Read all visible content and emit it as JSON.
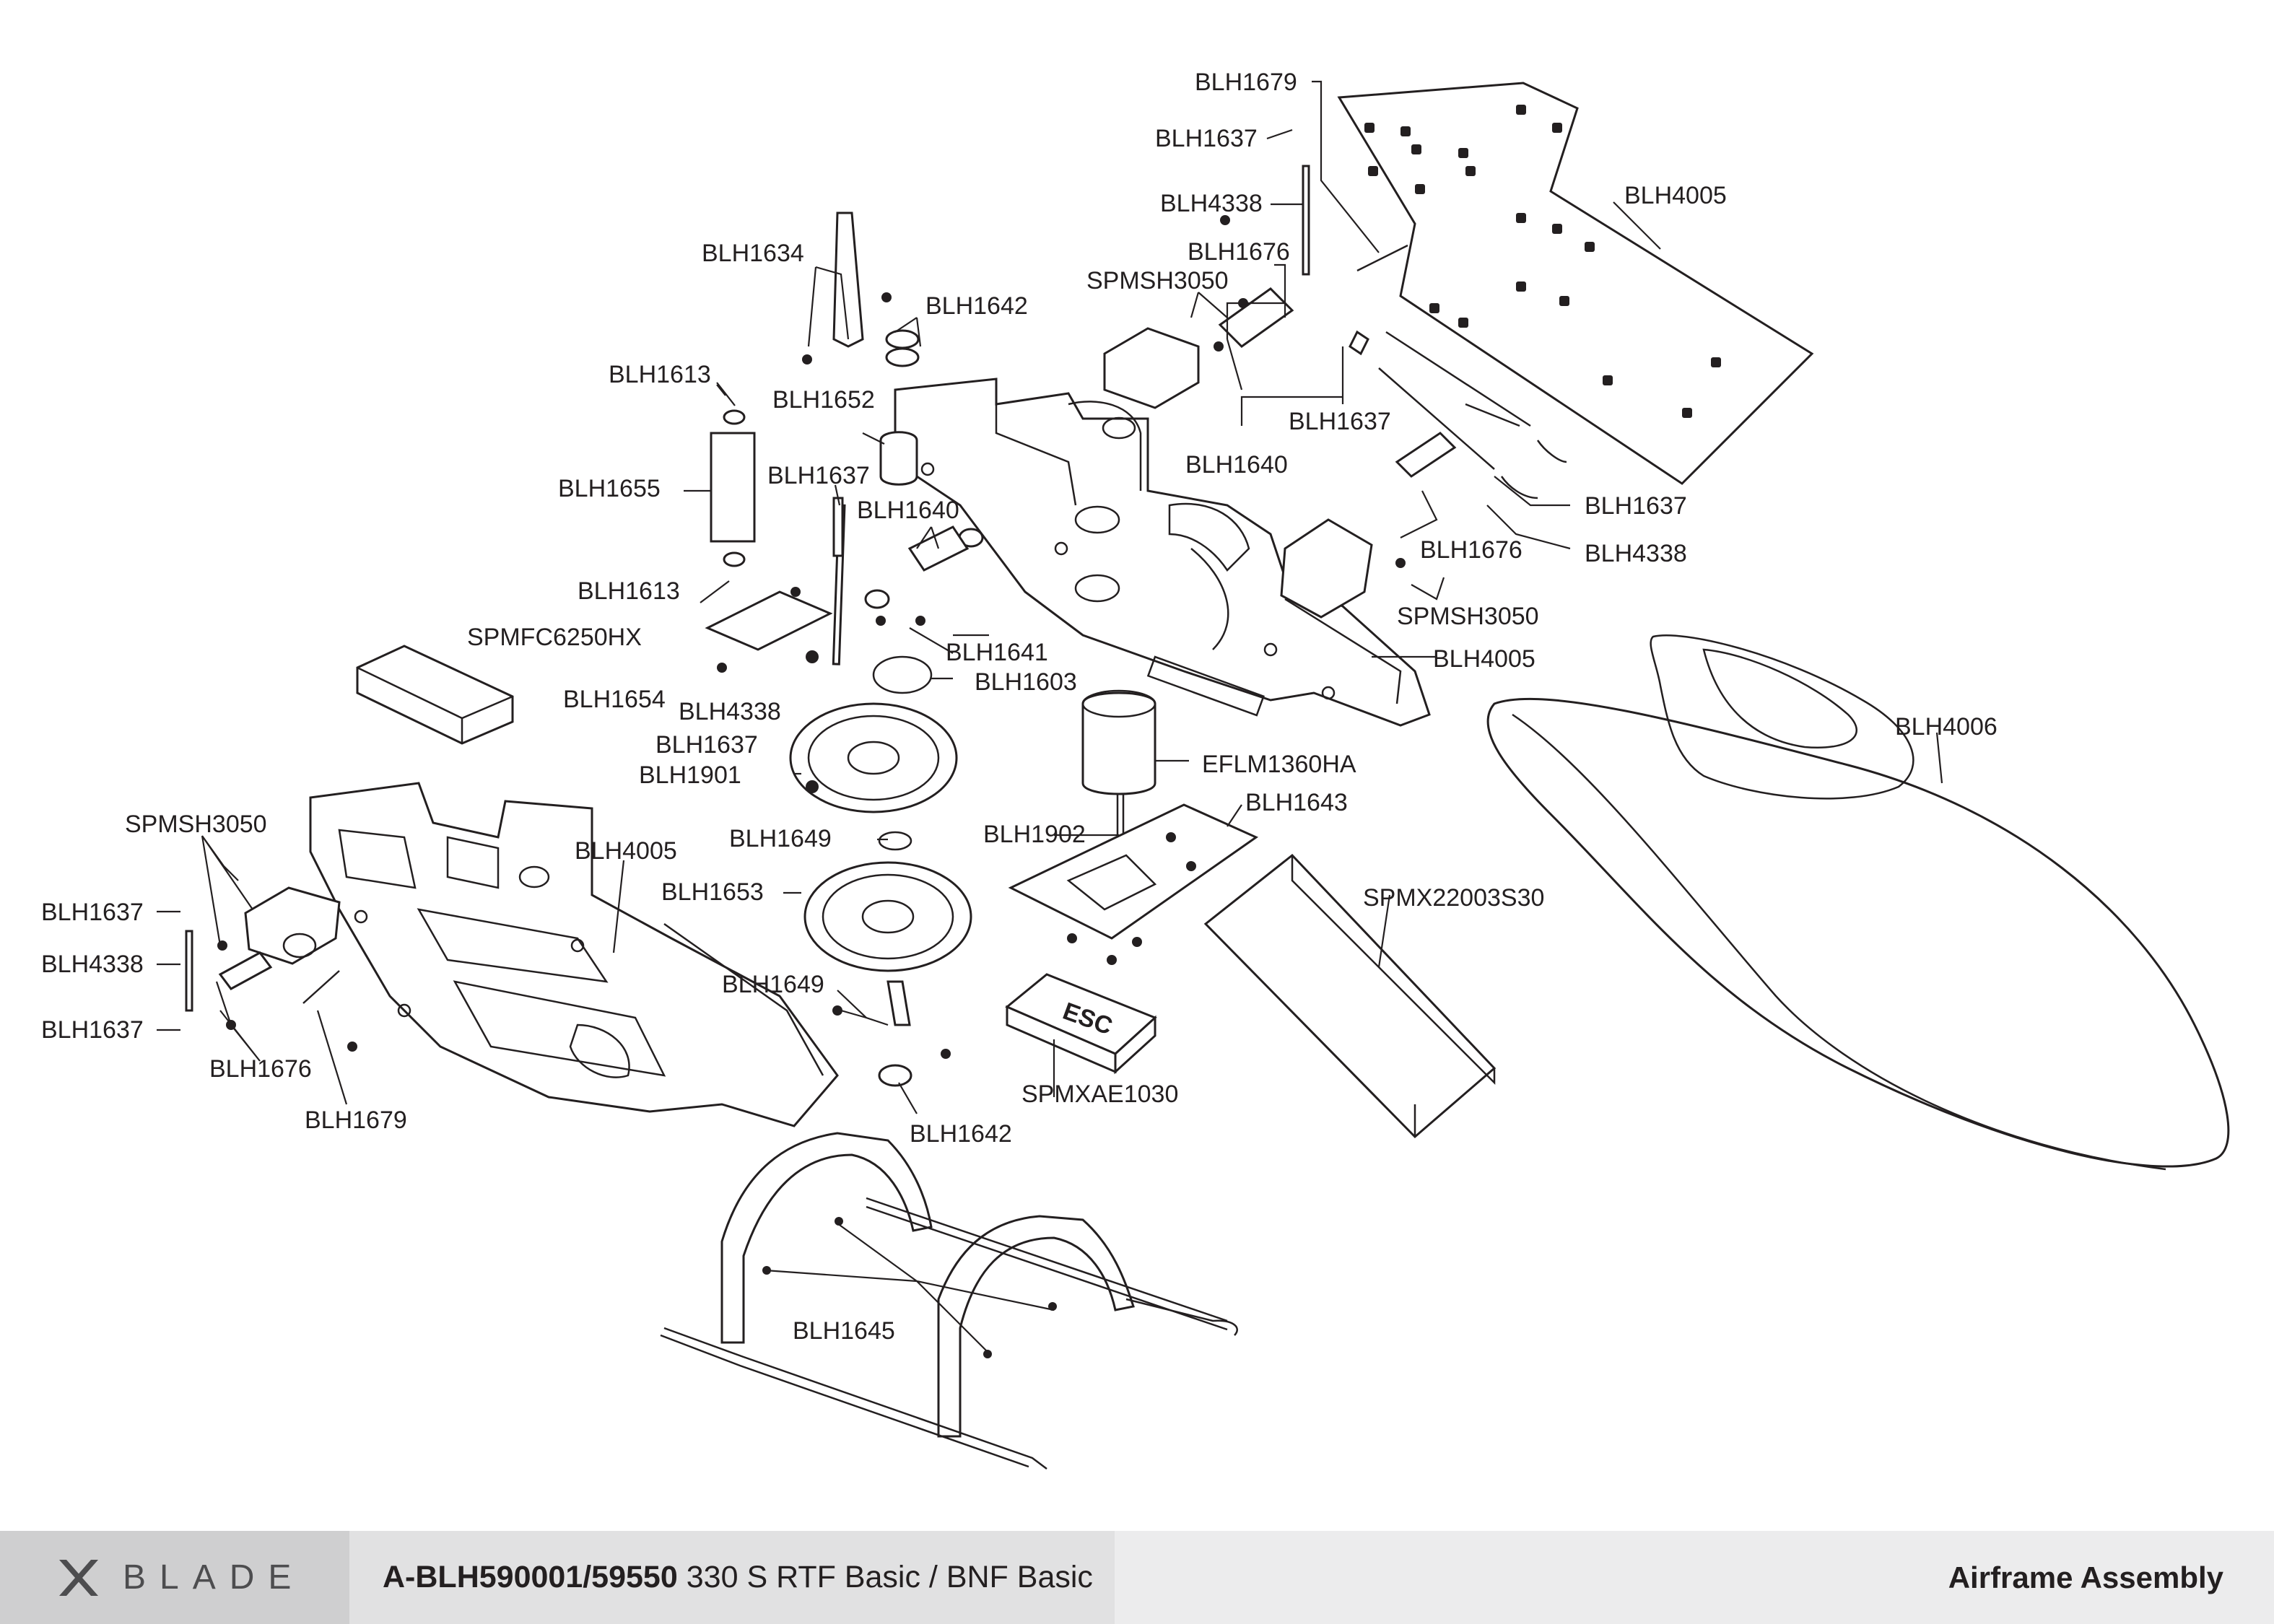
{
  "footer": {
    "brand": "BLADE",
    "model_code": "A-BLH590001/59550",
    "model_desc": "330 S RTF Basic / BNF Basic",
    "section_title": "Airframe Assembly"
  },
  "callouts": [
    {
      "id": "c1",
      "text": "BLH1679"
    },
    {
      "id": "c2",
      "text": "BLH1637"
    },
    {
      "id": "c3",
      "text": "BLH4338"
    },
    {
      "id": "c4",
      "text": "BLH1676"
    },
    {
      "id": "c5",
      "text": "SPMSH3050"
    },
    {
      "id": "c6",
      "text": "BLH4005"
    },
    {
      "id": "c7",
      "text": "BLH1634"
    },
    {
      "id": "c8",
      "text": "BLH1642"
    },
    {
      "id": "c9",
      "text": "BLH1613"
    },
    {
      "id": "c10",
      "text": "BLH1652"
    },
    {
      "id": "c11",
      "text": "BLH1637"
    },
    {
      "id": "c12",
      "text": "BLH1640"
    },
    {
      "id": "c13",
      "text": "BLH1655"
    },
    {
      "id": "c14",
      "text": "BLH1637"
    },
    {
      "id": "c15",
      "text": "BLH1640"
    },
    {
      "id": "c16",
      "text": "BLH1637"
    },
    {
      "id": "c17",
      "text": "BLH1676"
    },
    {
      "id": "c18",
      "text": "BLH4338"
    },
    {
      "id": "c19",
      "text": "BLH1613"
    },
    {
      "id": "c20",
      "text": "SPMSH3050"
    },
    {
      "id": "c21",
      "text": "BLH1641"
    },
    {
      "id": "c22",
      "text": "BLH4005"
    },
    {
      "id": "c23",
      "text": "SPMFC6250HX"
    },
    {
      "id": "c24",
      "text": "BLH1603"
    },
    {
      "id": "c25",
      "text": "BLH1654"
    },
    {
      "id": "c26",
      "text": "BLH4338"
    },
    {
      "id": "c27",
      "text": "BLH1637"
    },
    {
      "id": "c28",
      "text": "BLH4006"
    },
    {
      "id": "c29",
      "text": "EFLM1360HA"
    },
    {
      "id": "c30",
      "text": "BLH1901"
    },
    {
      "id": "c31",
      "text": "BLH1643"
    },
    {
      "id": "c32",
      "text": "SPMSH3050"
    },
    {
      "id": "c33",
      "text": "BLH1902"
    },
    {
      "id": "c34",
      "text": "BLH1649"
    },
    {
      "id": "c35",
      "text": "BLH4005"
    },
    {
      "id": "c36",
      "text": "BLH1653"
    },
    {
      "id": "c37",
      "text": "SPMX22003S30"
    },
    {
      "id": "c38",
      "text": "BLH1637"
    },
    {
      "id": "c39",
      "text": "BLH4338"
    },
    {
      "id": "c40",
      "text": "BLH1649"
    },
    {
      "id": "c41",
      "text": "BLH1637"
    },
    {
      "id": "c42",
      "text": "BLH1676"
    },
    {
      "id": "c43",
      "text": "SPMXAE1030"
    },
    {
      "id": "c44",
      "text": "BLH1679"
    },
    {
      "id": "c45",
      "text": "BLH1642"
    },
    {
      "id": "c46",
      "text": "BLH1645"
    }
  ],
  "esc_label": "ESC"
}
